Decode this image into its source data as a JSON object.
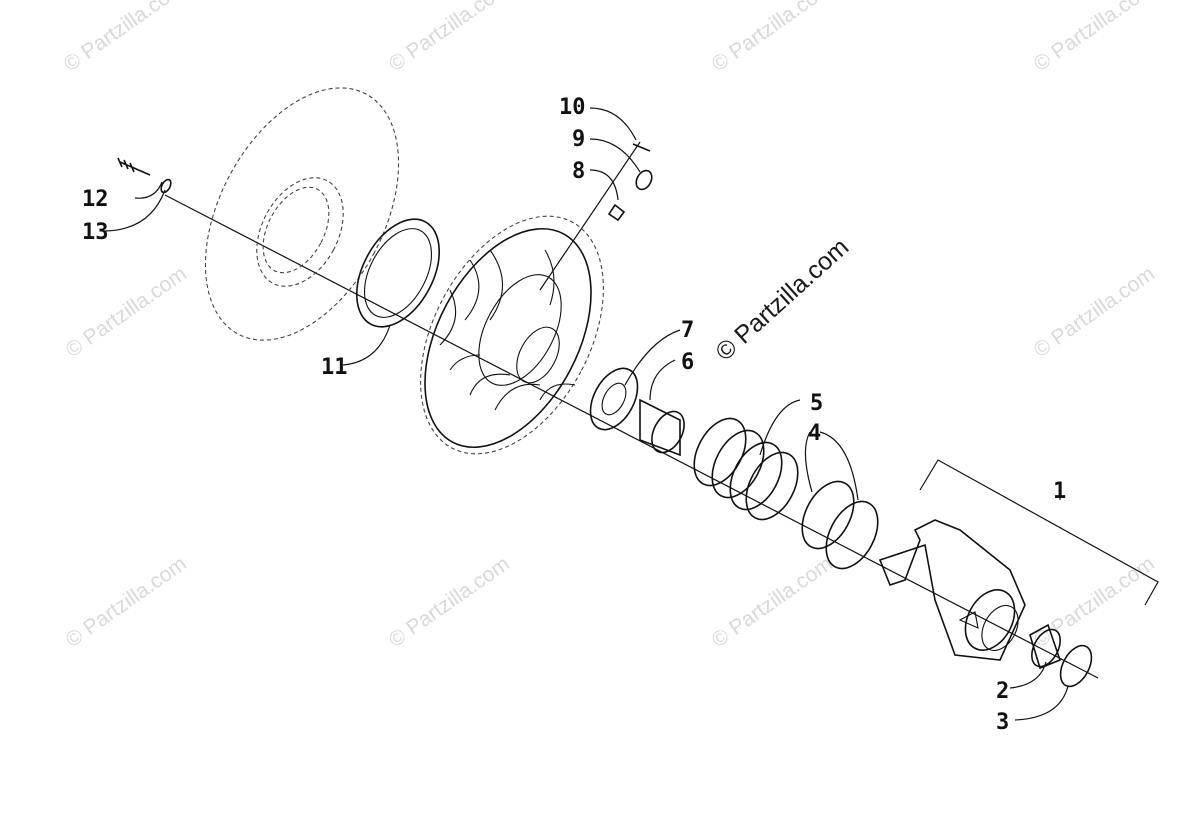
{
  "callouts": [
    "1",
    "2",
    "3",
    "4",
    "5",
    "6",
    "7",
    "8",
    "9",
    "10",
    "11",
    "12",
    "13"
  ],
  "watermark_text": "© Partzilla.com",
  "center_watermark_text": "© Partzilla.com"
}
